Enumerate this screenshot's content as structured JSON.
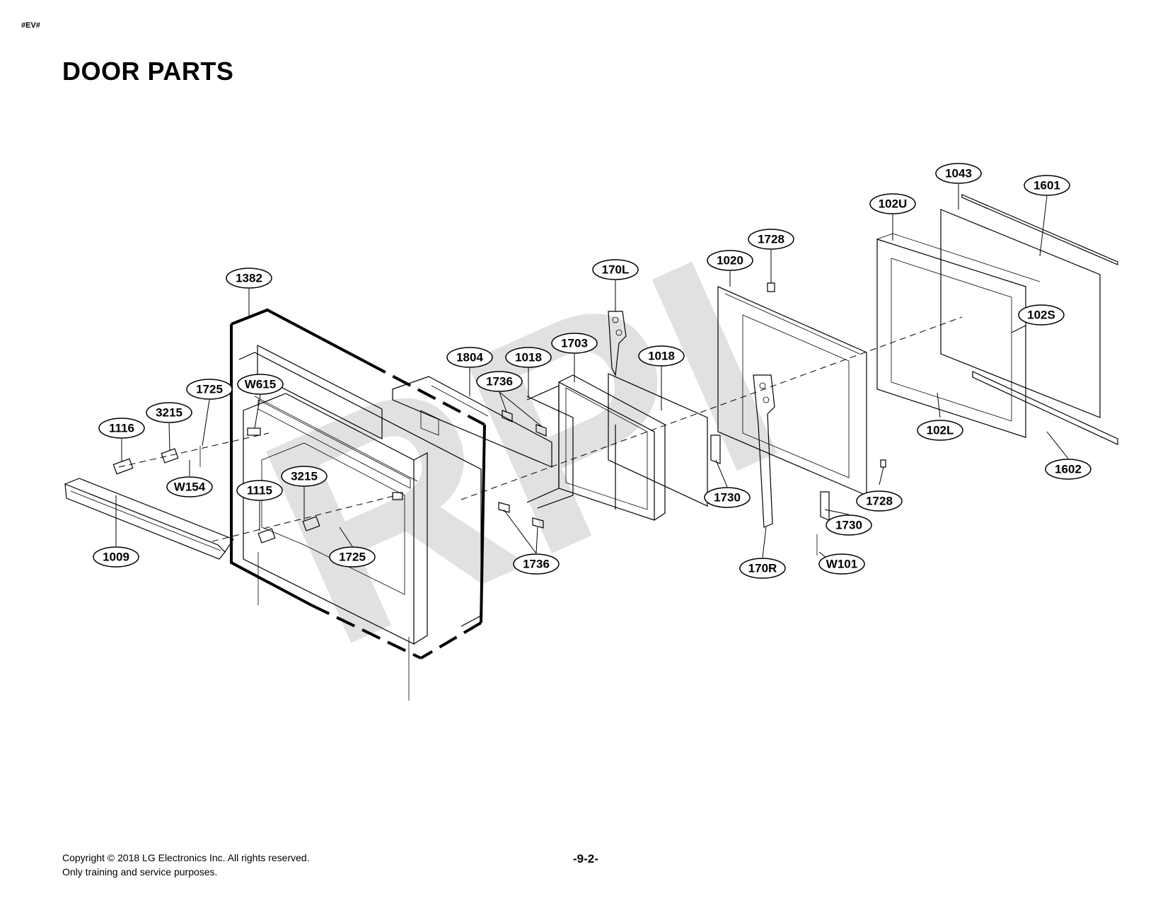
{
  "header": {
    "tag": "#EV#",
    "title": "DOOR PARTS"
  },
  "watermark": "RPI",
  "callouts": {
    "c1043": "1043",
    "c1601": "1601",
    "c102U": "102U",
    "c1728a": "1728",
    "c1020": "1020",
    "c170L": "170L",
    "c102S": "102S",
    "c1382": "1382",
    "c1804": "1804",
    "c1018a": "1018",
    "c1703": "1703",
    "c1018b": "1018",
    "c1736a": "1736",
    "c1725a": "1725",
    "cW615": "W615",
    "c3215a": "3215",
    "c1116": "1116",
    "cW154": "W154",
    "c1115": "1115",
    "c3215b": "3215",
    "c1725b": "1725",
    "c1009": "1009",
    "c1736b": "1736",
    "c1730a": "1730",
    "c1728b": "1728",
    "c1730b": "1730",
    "c170R": "170R",
    "cW101": "W101",
    "c102L": "102L",
    "c1602": "1602"
  },
  "footer": {
    "copyright": "Copyright © 2018 LG Electronics Inc. All rights reserved.",
    "note": "Only training and service purposes.",
    "page": "-9-2-"
  }
}
